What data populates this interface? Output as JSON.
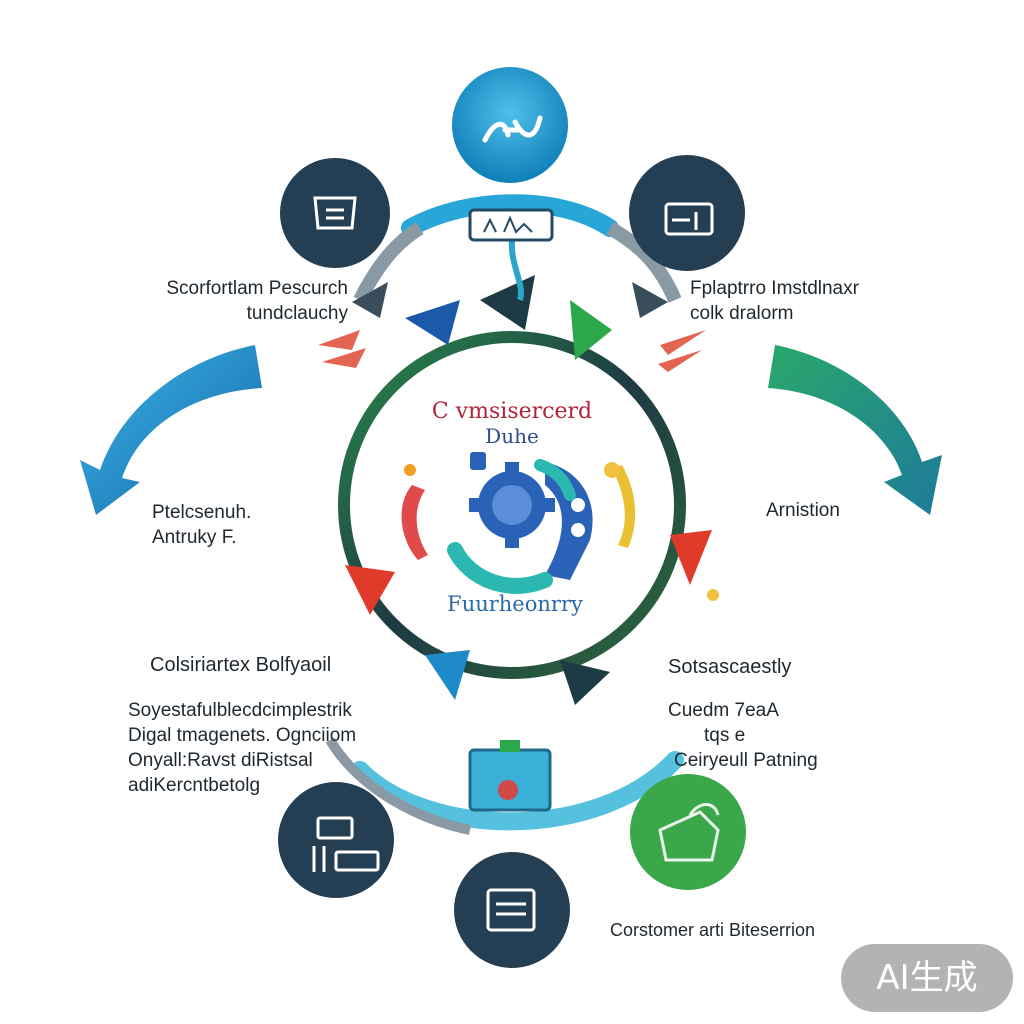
{
  "center": {
    "title_line1": "C vmsisercerd",
    "title_line2": "Duhe",
    "subtitle": "Fuurheonrry"
  },
  "labels": {
    "top_left": [
      "Scorfortlam Pescurch",
      "tundclauchy"
    ],
    "top_right": [
      "Fplaptrro Imstdlnaxr",
      "colk dralorm"
    ],
    "mid_left": [
      "Ptelcsenuh.",
      "Antruky F."
    ],
    "mid_right": [
      "Arnistion"
    ],
    "bottom_left_heading": "Colsiriartex Bolfyaoil",
    "bottom_left_body": [
      "Soyestafulblecdcimplestrik",
      "Digal tmagenets. Ognciiom",
      "Onyall:Ravst diRistsal",
      "adiKercntbetolg"
    ],
    "bottom_right_heading": "Sotsascaestly",
    "bottom_right_body": [
      "Cuedm 7eaA",
      "tqs e",
      "Ceiryeull Patning"
    ],
    "bottom_center": "Corstomer arti Biteserrion"
  },
  "badge": "AI生成",
  "icons": {
    "top": "wave-logo-icon",
    "upper_left": "document-icon",
    "upper_right": "folder-icon",
    "lower_left": "chart-dashboard-icon",
    "bottom": "screen-document-icon",
    "lower_right": "hand-box-icon",
    "center": "gear-cluster-icon"
  },
  "colors": {
    "dark_circle": "#243f54",
    "top_circle": "#1894c8",
    "green_circle": "#3aa84a",
    "blue_arrow": "#1a86c8",
    "green_arrow": "#2e9c6e",
    "red_accent": "#e04a34"
  }
}
